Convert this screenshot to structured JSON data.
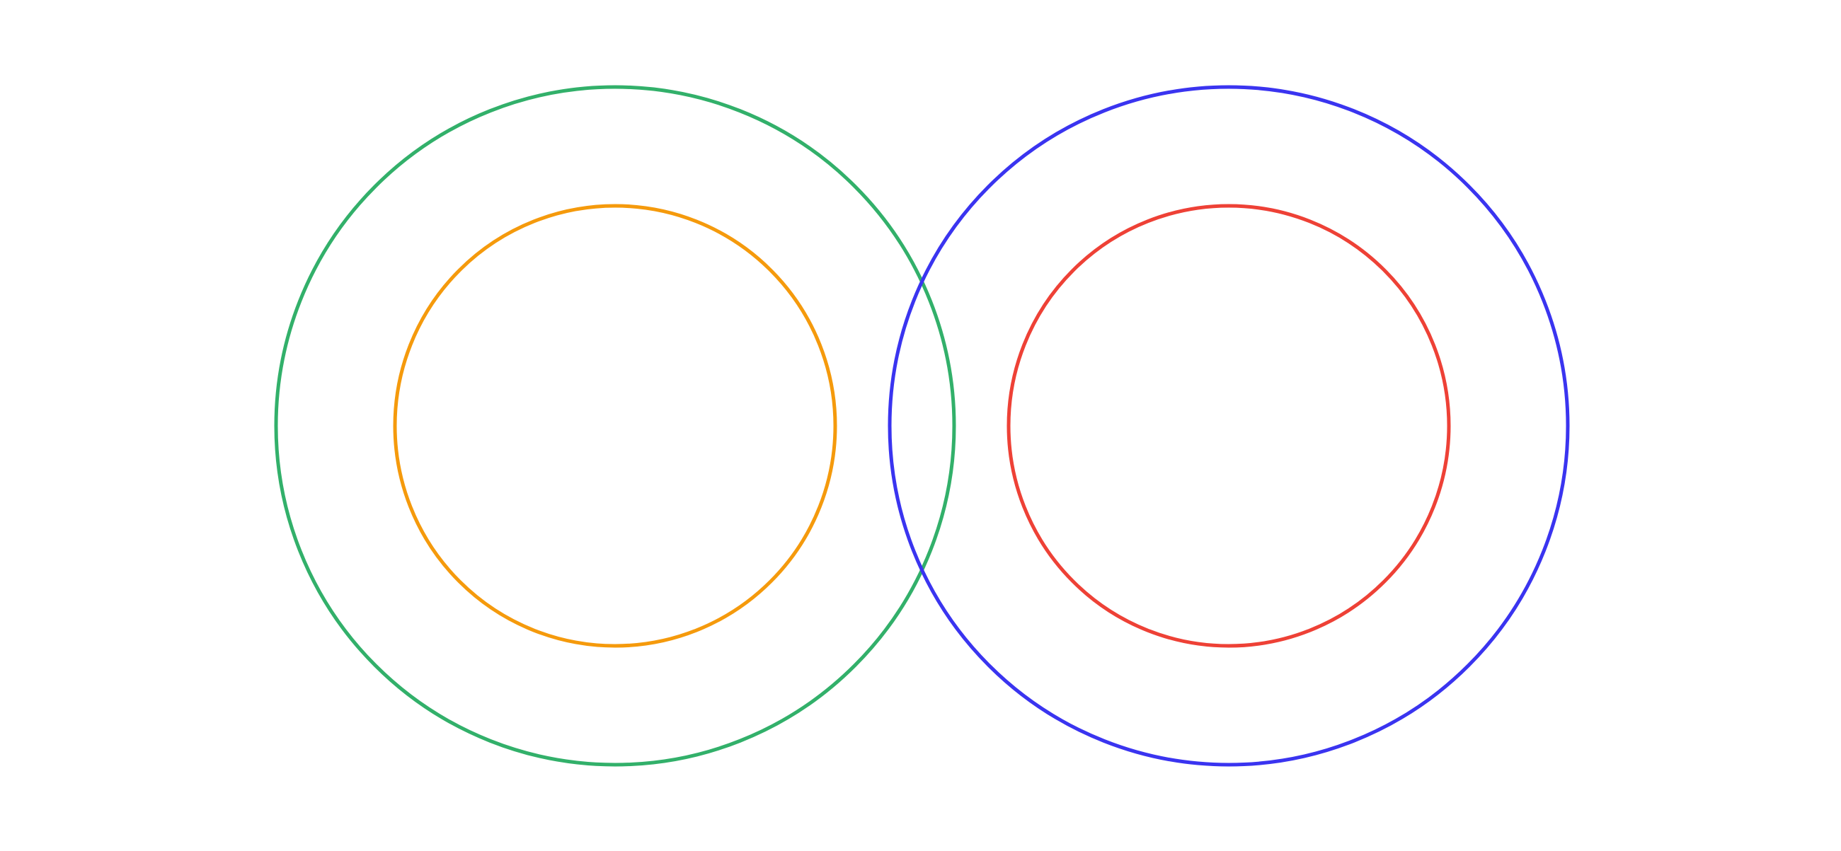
{
  "background": "#ffffff",
  "rings": [
    {
      "name": "left-outer-ring",
      "color": "#32b06a"
    },
    {
      "name": "left-inner-ring",
      "color": "#f59a0c"
    },
    {
      "name": "right-outer-ring",
      "color": "#3a34f0"
    },
    {
      "name": "right-inner-ring",
      "color": "#ee4136"
    }
  ]
}
